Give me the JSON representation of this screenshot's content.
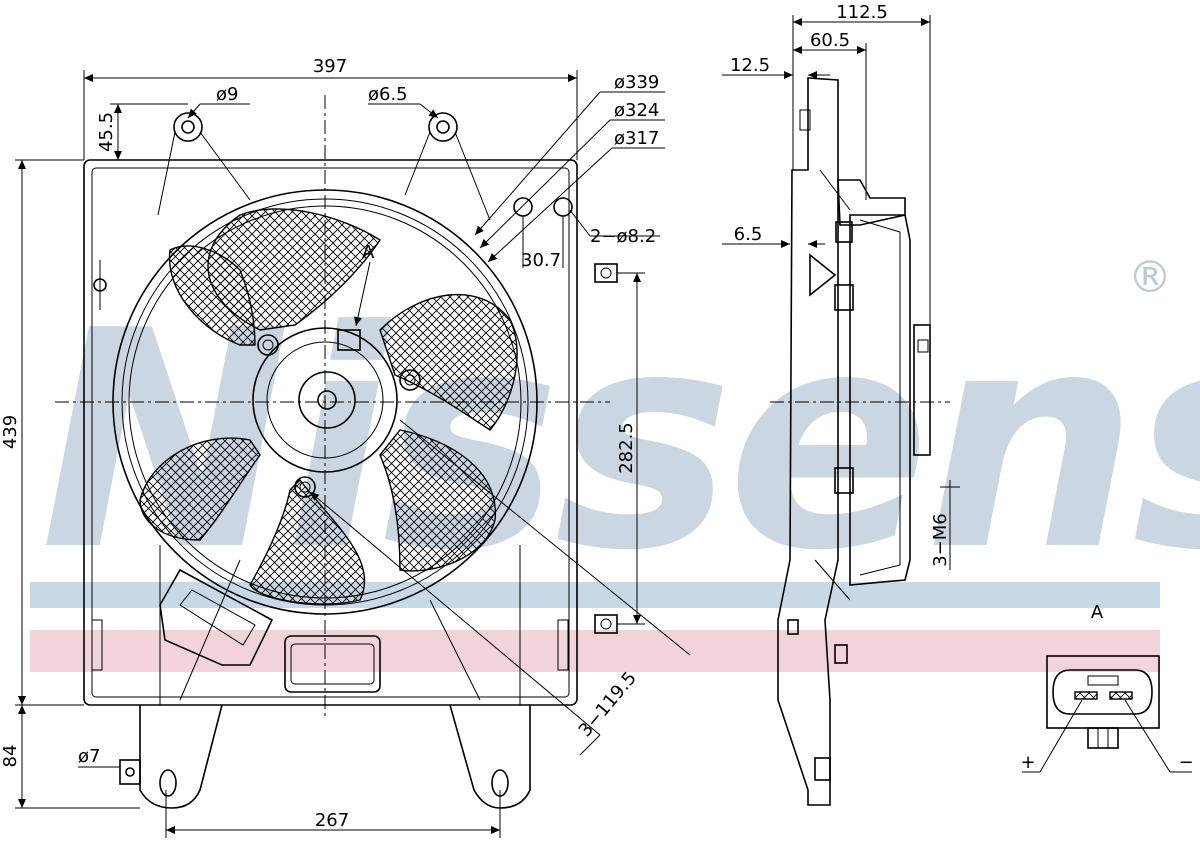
{
  "watermark": {
    "brand": "Nissens",
    "registered_mark": "®",
    "text_color": "#b9c9d8",
    "band_blue": "#c9d8e6",
    "band_red": "#f2d3da"
  },
  "front_view": {
    "width": "397",
    "height": "439",
    "bracket_height": "84",
    "top_offset": "45.5",
    "mount_spacing": "267",
    "mount_hole": "ø9",
    "small_hole": "ø6.5",
    "lower_hole": "ø7",
    "ring_outer": "ø339",
    "ring_mid": "ø324",
    "ring_inner": "ø317",
    "holes_spec": "2−ø8.2",
    "holes_pitch": "30.7",
    "vertical_span": "282.5",
    "bolt_circle": "3−119.5",
    "view_marker": "A"
  },
  "side_view": {
    "total_depth": "112.5",
    "depth_b": "60.5",
    "flange": "12.5",
    "lip": "6.5",
    "thread": "3−M6"
  },
  "connector_view": {
    "label": "A",
    "plus": "+",
    "minus": "−"
  }
}
